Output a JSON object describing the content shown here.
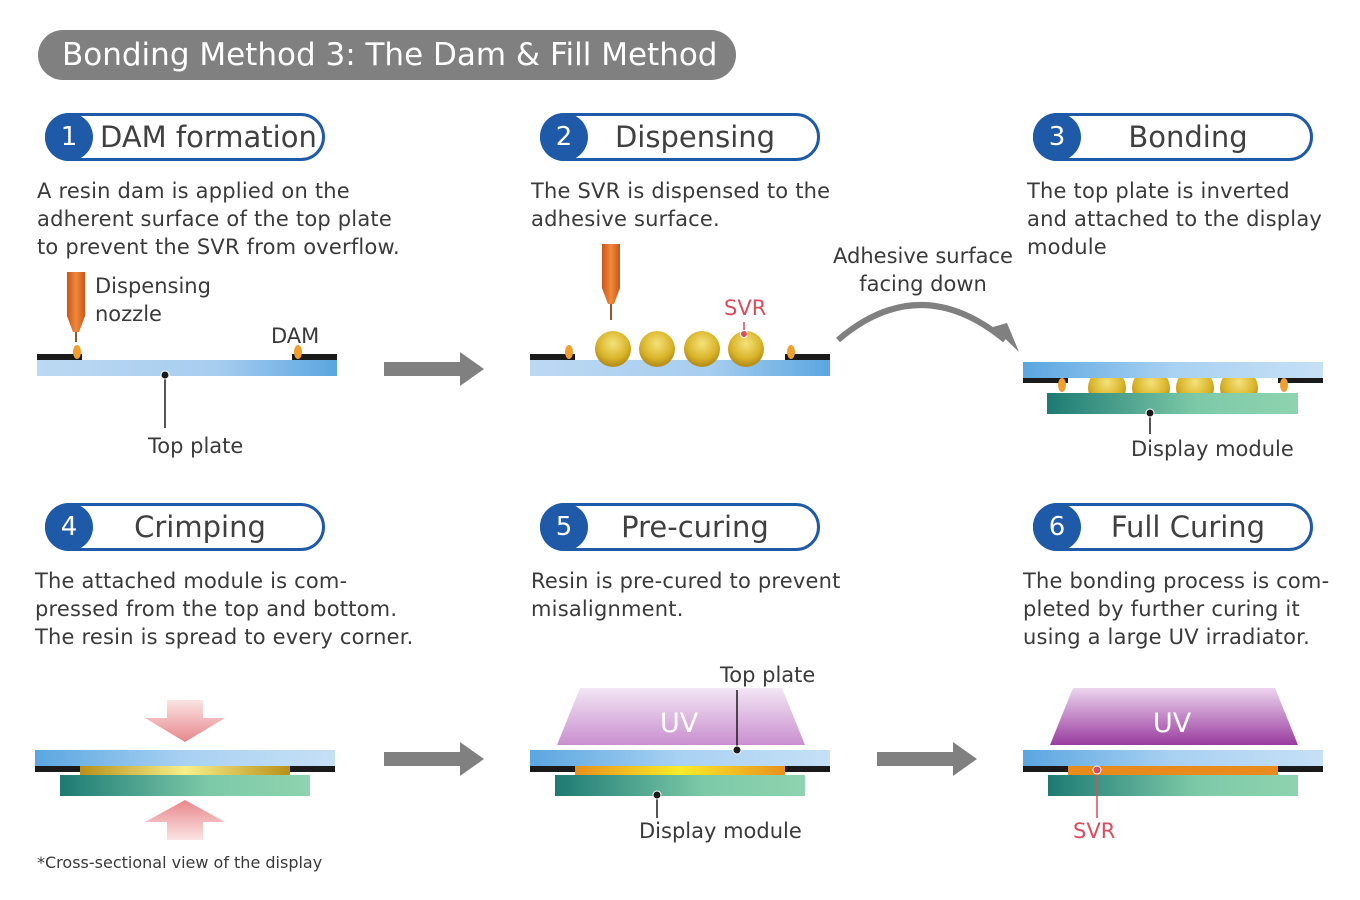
{
  "title": "Bonding Method 3: The Dam & Fill Method",
  "steps": [
    {
      "num": "1",
      "label": "DAM formation",
      "desc": [
        "A resin dam is applied on the",
        "adherent surface of the top plate",
        "to prevent the SVR from overflow."
      ]
    },
    {
      "num": "2",
      "label": "Dispensing",
      "desc": [
        "The SVR is dispensed to the",
        "adhesive surface."
      ]
    },
    {
      "num": "3",
      "label": "Bonding",
      "desc": [
        "The top plate is inverted",
        "and attached to the display",
        "module"
      ]
    },
    {
      "num": "4",
      "label": "Crimping",
      "desc": [
        "The attached module is com-",
        "pressed from the top and bottom.",
        "The resin is spread to every corner."
      ]
    },
    {
      "num": "5",
      "label": "Pre-curing",
      "desc": [
        "Resin is pre-cured to prevent",
        "misalignment."
      ]
    },
    {
      "num": "6",
      "label": "Full Curing",
      "desc": [
        "The bonding process is com-",
        "pleted by further curing it",
        "using a large UV irradiator."
      ]
    }
  ],
  "labels": {
    "dispensing_nozzle": [
      "Dispensing",
      "nozzle"
    ],
    "dam": "DAM",
    "top_plate": "Top plate",
    "svr": "SVR",
    "adhesive_facing": [
      "Adhesive surface",
      "facing down"
    ],
    "display_module": "Display module",
    "uv": "UV",
    "footnote": "*Cross-sectional view of the display"
  },
  "colors": {
    "step_blue": "#1e5aa8",
    "title_gray": "#808080",
    "svr_red": "#d84e5e",
    "nozzle_orange": "#e8742a"
  }
}
